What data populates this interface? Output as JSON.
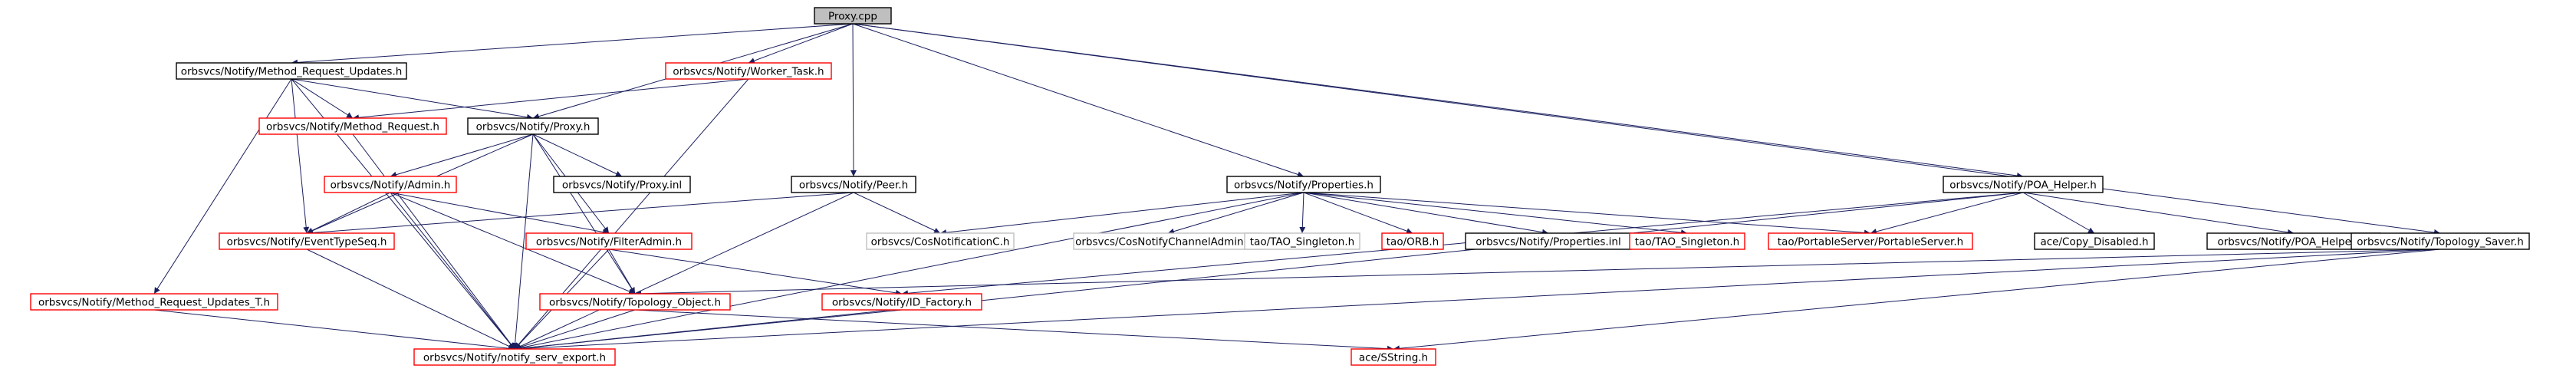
{
  "colors": {
    "edge": "#1a1f5e",
    "root_fill": "#bfbfbf",
    "border_black": "#000000",
    "border_red": "#ff0000",
    "border_gray": "#c0c0c0"
  },
  "diagram": {
    "nodes": [
      {
        "id": "proxy_cpp",
        "label": "Proxy.cpp",
        "border": "root"
      },
      {
        "id": "method_request_updates_h",
        "label": "orbsvcs/Notify/Method_Request_Updates.h",
        "border": "black"
      },
      {
        "id": "worker_task_h",
        "label": "orbsvcs/Notify/Worker_Task.h",
        "border": "red"
      },
      {
        "id": "method_request_h",
        "label": "orbsvcs/Notify/Method_Request.h",
        "border": "red"
      },
      {
        "id": "proxy_h",
        "label": "orbsvcs/Notify/Proxy.h",
        "border": "black"
      },
      {
        "id": "admin_h",
        "label": "orbsvcs/Notify/Admin.h",
        "border": "red"
      },
      {
        "id": "proxy_inl",
        "label": "orbsvcs/Notify/Proxy.inl",
        "border": "black"
      },
      {
        "id": "peer_h",
        "label": "orbsvcs/Notify/Peer.h",
        "border": "black"
      },
      {
        "id": "eventtypeseq_h",
        "label": "orbsvcs/Notify/EventTypeSeq.h",
        "border": "red"
      },
      {
        "id": "filteradmin_h",
        "label": "orbsvcs/Notify/FilterAdmin.h",
        "border": "red"
      },
      {
        "id": "mru_t_h",
        "label": "orbsvcs/Notify/Method_Request_Updates_T.h",
        "border": "red"
      },
      {
        "id": "topology_object_h",
        "label": "orbsvcs/Notify/Topology_Object.h",
        "border": "red"
      },
      {
        "id": "id_factory_h",
        "label": "orbsvcs/Notify/ID_Factory.h",
        "border": "red"
      },
      {
        "id": "notify_serv_export_h",
        "label": "orbsvcs/Notify/notify_serv_export.h",
        "border": "red"
      },
      {
        "id": "properties_h",
        "label": "orbsvcs/Notify/Properties.h",
        "border": "black"
      },
      {
        "id": "cosnotificationc_h",
        "label": "orbsvcs/CosNotificationC.h",
        "border": "gray"
      },
      {
        "id": "cosnotifychanneladminc_h",
        "label": "orbsvcs/CosNotifyChannelAdminC.h",
        "border": "gray"
      },
      {
        "id": "tao_tao_singleton_h_gray",
        "label": "tao/TAO_Singleton.h",
        "border": "gray"
      },
      {
        "id": "tao_orb_h",
        "label": "tao/ORB.h",
        "border": "red"
      },
      {
        "id": "properties_inl",
        "label": "orbsvcs/Notify/Properties.inl",
        "border": "black"
      },
      {
        "id": "tao_tao_singleton_h_red",
        "label": "tao/TAO_Singleton.h",
        "border": "red"
      },
      {
        "id": "portableserver_h",
        "label": "tao/PortableServer/PortableServer.h",
        "border": "red"
      },
      {
        "id": "poa_helper_h",
        "label": "orbsvcs/Notify/POA_Helper.h",
        "border": "black"
      },
      {
        "id": "copy_disabled_h",
        "label": "ace/Copy_Disabled.h",
        "border": "black"
      },
      {
        "id": "poa_helper_inl",
        "label": "orbsvcs/Notify/POA_Helper.inl",
        "border": "black"
      },
      {
        "id": "topology_saver_h",
        "label": "orbsvcs/Notify/Topology_Saver.h",
        "border": "black"
      },
      {
        "id": "sstring_h",
        "label": "ace/SString.h",
        "border": "red"
      }
    ],
    "edges": [
      [
        "proxy_cpp",
        "method_request_updates_h"
      ],
      [
        "proxy_cpp",
        "worker_task_h"
      ],
      [
        "proxy_cpp",
        "proxy_h"
      ],
      [
        "proxy_cpp",
        "peer_h"
      ],
      [
        "proxy_cpp",
        "properties_h"
      ],
      [
        "proxy_cpp",
        "poa_helper_h"
      ],
      [
        "proxy_cpp",
        "topology_saver_h"
      ],
      [
        "method_request_updates_h",
        "method_request_h"
      ],
      [
        "method_request_updates_h",
        "proxy_h"
      ],
      [
        "method_request_updates_h",
        "eventtypeseq_h"
      ],
      [
        "method_request_updates_h",
        "mru_t_h"
      ],
      [
        "method_request_updates_h",
        "notify_serv_export_h"
      ],
      [
        "worker_task_h",
        "method_request_h"
      ],
      [
        "worker_task_h",
        "notify_serv_export_h"
      ],
      [
        "method_request_h",
        "notify_serv_export_h"
      ],
      [
        "proxy_h",
        "admin_h"
      ],
      [
        "proxy_h",
        "proxy_inl"
      ],
      [
        "proxy_h",
        "eventtypeseq_h"
      ],
      [
        "proxy_h",
        "filteradmin_h"
      ],
      [
        "proxy_h",
        "topology_object_h"
      ],
      [
        "proxy_h",
        "notify_serv_export_h"
      ],
      [
        "admin_h",
        "eventtypeseq_h"
      ],
      [
        "admin_h",
        "filteradmin_h"
      ],
      [
        "admin_h",
        "topology_object_h"
      ],
      [
        "admin_h",
        "notify_serv_export_h"
      ],
      [
        "peer_h",
        "eventtypeseq_h"
      ],
      [
        "peer_h",
        "cosnotificationc_h"
      ],
      [
        "peer_h",
        "notify_serv_export_h"
      ],
      [
        "eventtypeseq_h",
        "notify_serv_export_h"
      ],
      [
        "filteradmin_h",
        "topology_object_h"
      ],
      [
        "filteradmin_h",
        "id_factory_h"
      ],
      [
        "filteradmin_h",
        "notify_serv_export_h"
      ],
      [
        "mru_t_h",
        "notify_serv_export_h"
      ],
      [
        "topology_object_h",
        "notify_serv_export_h"
      ],
      [
        "topology_object_h",
        "sstring_h"
      ],
      [
        "id_factory_h",
        "notify_serv_export_h"
      ],
      [
        "properties_h",
        "cosnotificationc_h"
      ],
      [
        "properties_h",
        "cosnotifychanneladminc_h"
      ],
      [
        "properties_h",
        "tao_tao_singleton_h_gray"
      ],
      [
        "properties_h",
        "tao_orb_h"
      ],
      [
        "properties_h",
        "properties_inl"
      ],
      [
        "properties_h",
        "tao_tao_singleton_h_red"
      ],
      [
        "properties_h",
        "portableserver_h"
      ],
      [
        "properties_h",
        "notify_serv_export_h"
      ],
      [
        "poa_helper_h",
        "portableserver_h"
      ],
      [
        "poa_helper_h",
        "copy_disabled_h"
      ],
      [
        "poa_helper_h",
        "poa_helper_inl"
      ],
      [
        "poa_helper_h",
        "id_factory_h"
      ],
      [
        "poa_helper_h",
        "notify_serv_export_h"
      ],
      [
        "topology_saver_h",
        "topology_object_h"
      ],
      [
        "topology_saver_h",
        "notify_serv_export_h"
      ],
      [
        "topology_saver_h",
        "sstring_h"
      ]
    ]
  }
}
